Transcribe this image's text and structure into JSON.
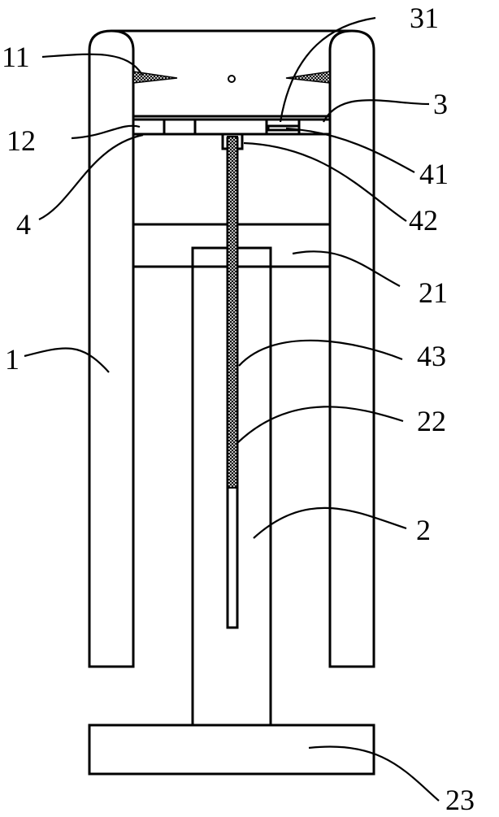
{
  "diagram": {
    "colors": {
      "line": "#000000",
      "background": "#ffffff"
    },
    "labels": {
      "l1": "1",
      "l2": "2",
      "l3": "3",
      "l4": "4",
      "l11": "11",
      "l12": "12",
      "l21": "21",
      "l22": "22",
      "l23": "23",
      "l31": "31",
      "l41": "41",
      "l42": "42",
      "l43": "43"
    }
  }
}
